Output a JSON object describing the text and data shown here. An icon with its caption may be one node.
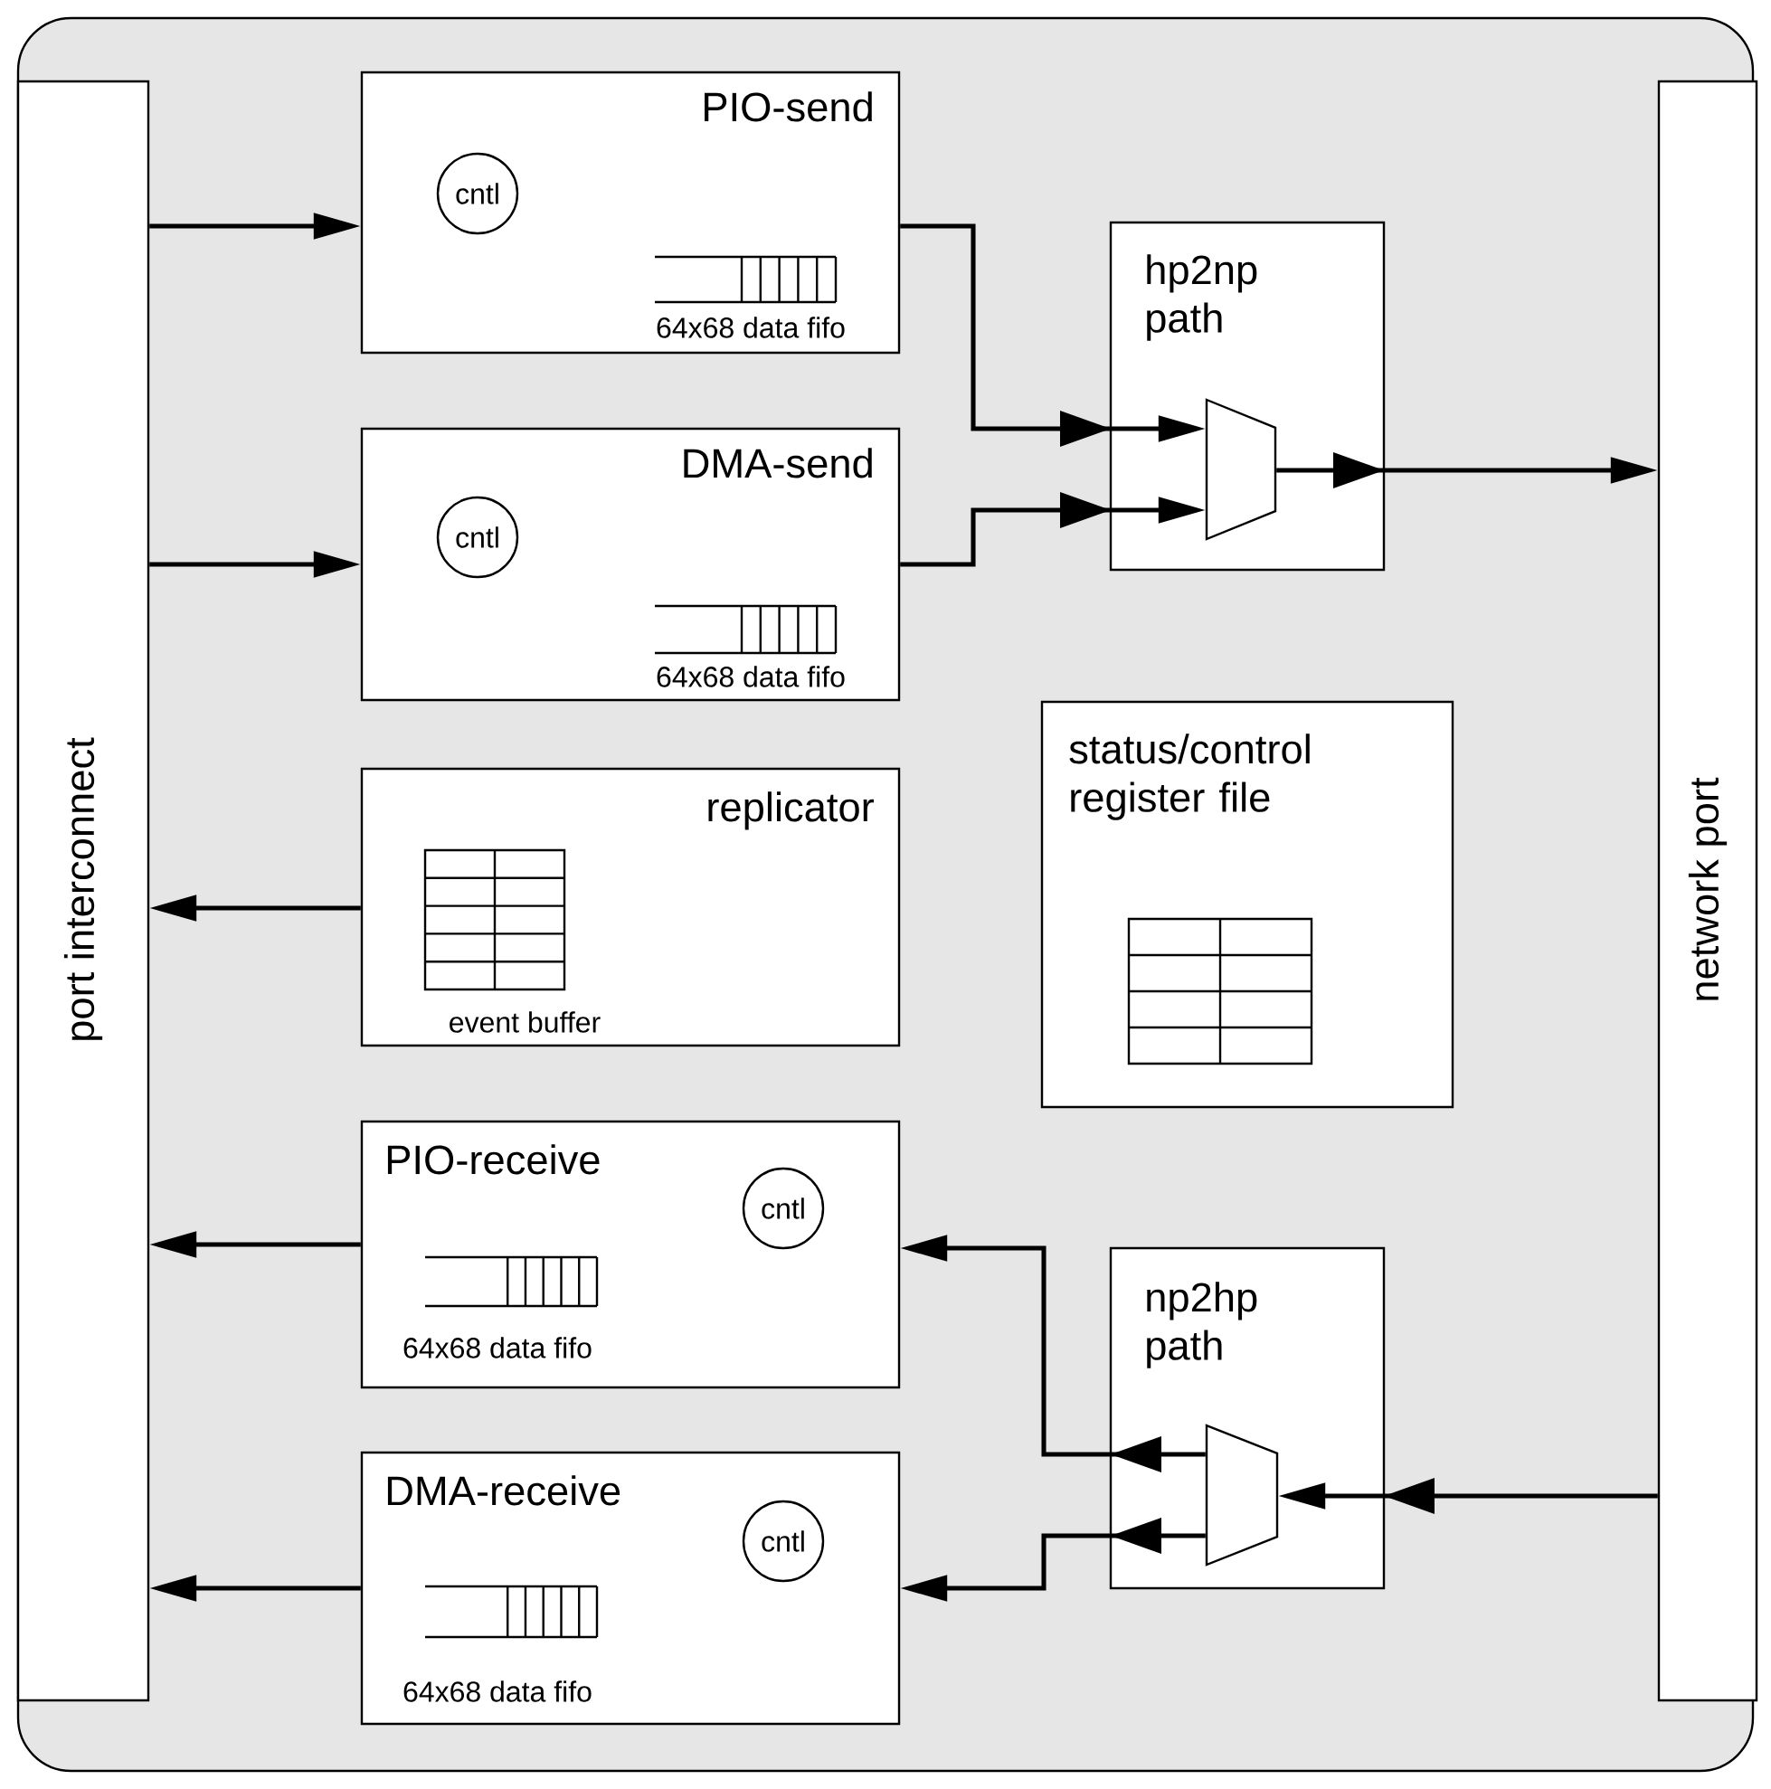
{
  "diagram": {
    "nodes": [
      {
        "text": [
          "port interconnect"
        ]
      },
      {
        "text": [
          "PIO-send",
          "64x68 data fifo"
        ]
      },
      {
        "text": [
          "cntl"
        ],
        "in": 1
      },
      {
        "text": [
          "DMA-send",
          "64x68 data fifo"
        ]
      },
      {
        "text": [
          "cntl"
        ],
        "in": 3
      },
      {
        "text": [
          "hp2np path"
        ]
      },
      {
        "text": [],
        "shape": "trapezoid",
        "in": 5
      },
      {
        "text": [
          "replicator",
          "event buffer"
        ]
      },
      {
        "text": [
          "status/control register file"
        ]
      },
      {
        "text": [
          "PIO-receive",
          "64x68 data fifo"
        ]
      },
      {
        "text": [
          "cntl"
        ],
        "in": 9
      },
      {
        "text": [
          "DMA-receive",
          "64x68 data fifo"
        ]
      },
      {
        "text": [
          "cntl"
        ],
        "in": 11
      },
      {
        "text": [
          "np2hp path"
        ]
      },
      {
        "text": [],
        "shape": "trapezoid",
        "in": 13
      },
      {
        "text": [
          "network port"
        ]
      }
    ],
    "edges": [
      {
        "from": 0,
        "to": 1,
        "arrow": "to"
      },
      {
        "from": 0,
        "to": 3,
        "arrow": "to"
      },
      {
        "from": 1,
        "to": 6,
        "arrow": "to"
      },
      {
        "from": 3,
        "to": 6,
        "arrow": "to"
      },
      {
        "from": 6,
        "to": 15,
        "arrow": "to"
      },
      {
        "from": 7,
        "to": 0,
        "arrow": "to"
      },
      {
        "from": 9,
        "to": 0,
        "arrow": "to"
      },
      {
        "from": 11,
        "to": 0,
        "arrow": "to"
      },
      {
        "from": 15,
        "to": 14,
        "arrow": "to"
      },
      {
        "from": 14,
        "to": 9,
        "arrow": "to"
      },
      {
        "from": 14,
        "to": 11,
        "arrow": "to"
      }
    ]
  }
}
